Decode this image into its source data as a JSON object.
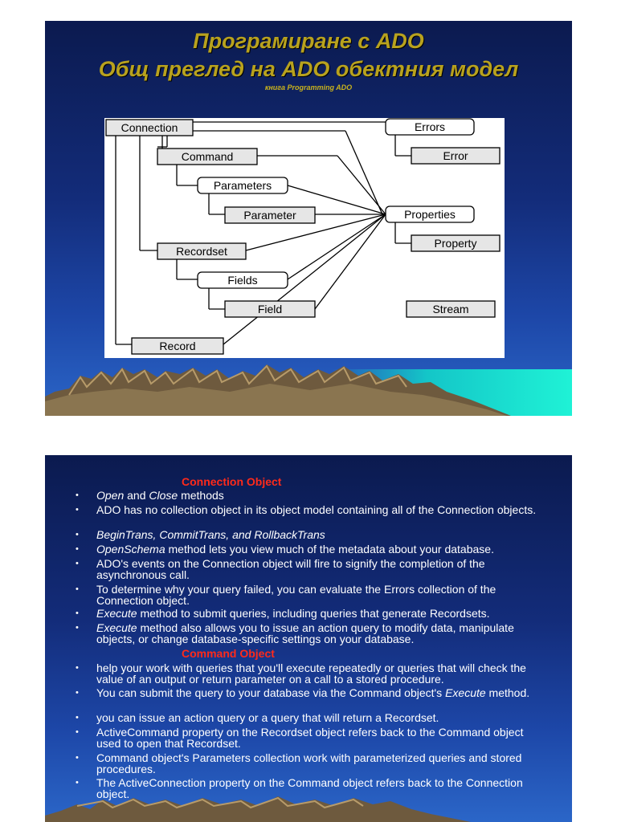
{
  "slide1": {
    "title_line1": "Програмиране с ADO",
    "title_line2": "Общ преглед на ADO  обектния модел",
    "subtitle": "книга Programming ADO",
    "diagram": {
      "connection": "Connection",
      "command": "Command",
      "parameters": "Parameters",
      "parameter": "Parameter",
      "recordset": "Recordset",
      "fields": "Fields",
      "field": "Field",
      "record": "Record",
      "errors": "Errors",
      "error": "Error",
      "properties": "Properties",
      "property": "Property",
      "stream": "Stream"
    }
  },
  "slide2": {
    "connection_heading": "Connection Object",
    "connection_items": [
      {
        "parts": [
          {
            "t": "Open",
            "i": true
          },
          {
            "t": " and ",
            "i": false
          },
          {
            "t": "Close",
            "i": true
          },
          {
            "t": " methods",
            "i": false
          }
        ]
      },
      {
        "parts": [
          {
            "t": "ADO has no collection object in its object model containing all of the Connection objects.",
            "i": false
          }
        ]
      },
      {
        "parts": [
          {
            "t": "BeginTrans, CommitTrans, and RollbackTrans",
            "i": true
          }
        ]
      },
      {
        "parts": [
          {
            "t": "OpenSchema",
            "i": true
          },
          {
            "t": " method lets you view much of the metadata about your database.",
            "i": false
          }
        ]
      },
      {
        "parts": [
          {
            "t": "ADO's  events on the Connection object will fire to signify the completion of the asynchronous call.",
            "i": false
          }
        ]
      },
      {
        "parts": [
          {
            "t": "To determine why your query failed, you can evaluate the Errors collection of the Connection object.",
            "i": false
          }
        ]
      },
      {
        "parts": [
          {
            "t": "Execute",
            "i": true
          },
          {
            "t": " method to submit queries, including queries that generate Recordsets.",
            "i": false
          }
        ]
      },
      {
        "parts": [
          {
            "t": "Execute",
            "i": true
          },
          {
            "t": " method also allows you to issue an action query to modify data, manipulate objects, or change database-specific settings on your database.",
            "i": false
          }
        ]
      }
    ],
    "command_heading": "Command Object",
    "command_items": [
      {
        "parts": [
          {
            "t": " help your work with queries that you'll execute repeatedly or queries that will check the value of an output or return parameter on a call to a stored procedure.",
            "i": false
          }
        ]
      },
      {
        "parts": [
          {
            "t": "You can submit the query to your database via the Command object's ",
            "i": false
          },
          {
            "t": "Execute",
            "i": true
          },
          {
            "t": " method.",
            "i": false
          }
        ]
      },
      {
        "parts": [
          {
            "t": "you can issue an action query or a query that will return a Recordset.",
            "i": false
          }
        ]
      },
      {
        "parts": [
          {
            "t": "ActiveCommand property on the Recordset object refers back to the Command object used to open that Recordset.",
            "i": false
          }
        ]
      },
      {
        "parts": [
          {
            "t": "Command object's Parameters collection  work with parameterized queries and stored procedures.",
            "i": false
          }
        ]
      },
      {
        "parts": [
          {
            "t": "The ActiveConnection property on the Command object refers back to the Connection object.",
            "i": false
          }
        ]
      }
    ]
  },
  "colors": {
    "title": "#b8a21e",
    "heading": "#ff2a1a",
    "body_text": "#ffffff",
    "background_top": "#0b1a4f",
    "background_bottom": "#2b66c8"
  }
}
